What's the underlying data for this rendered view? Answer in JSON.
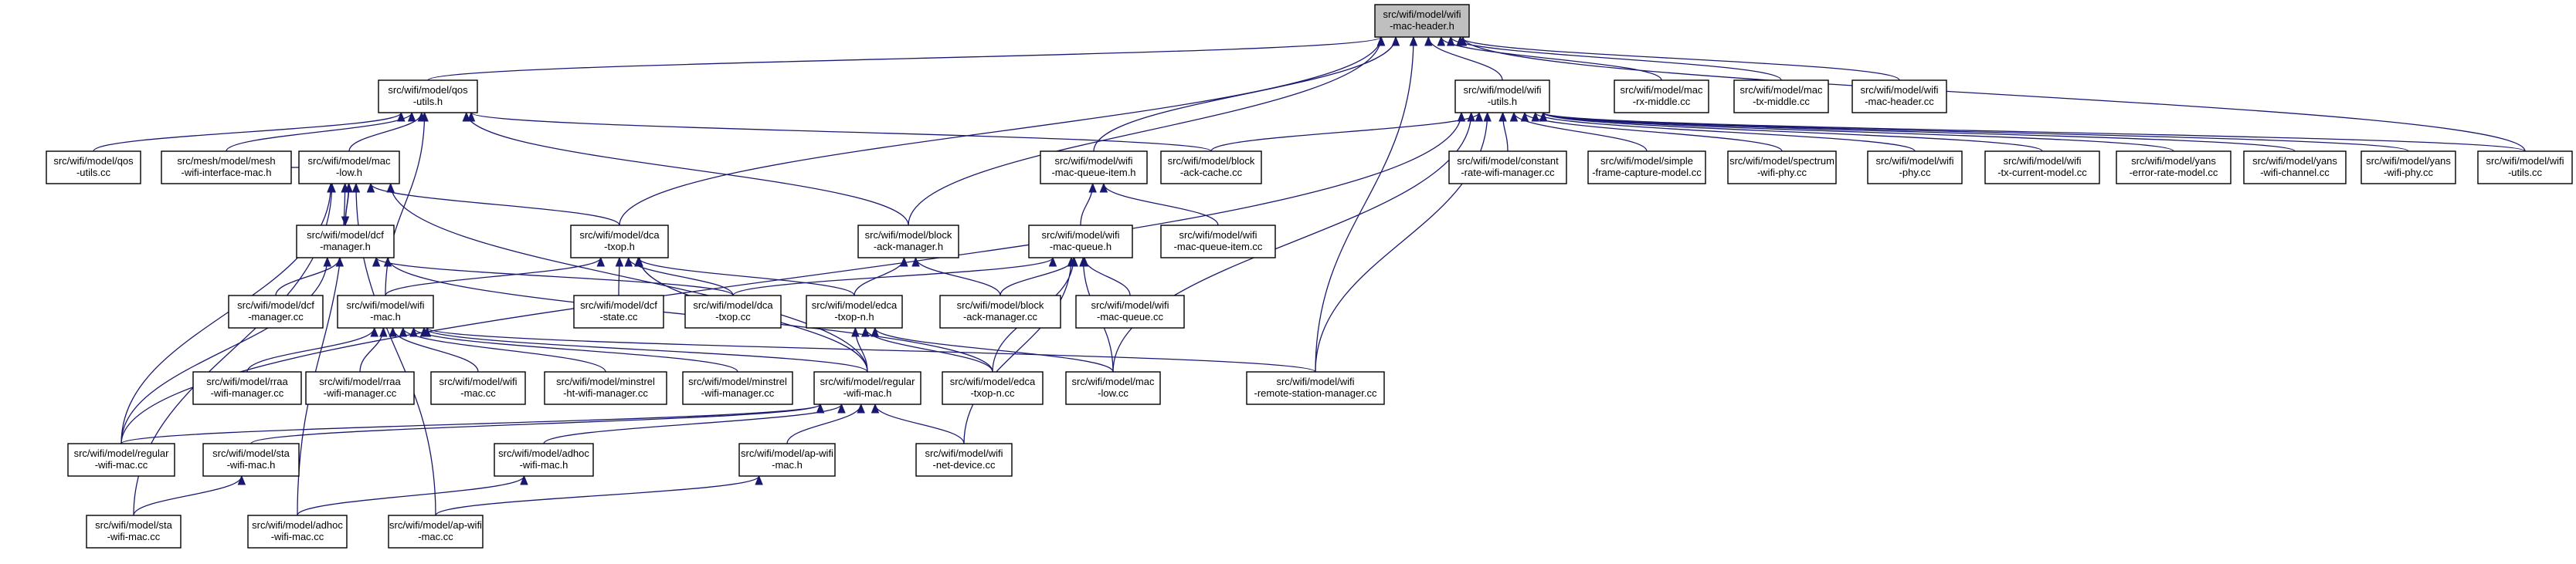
{
  "nodes": [
    {
      "id": "wifi-mac-header-h",
      "lines": [
        "src/wifi/model/wifi",
        "-mac-header.h"
      ],
      "root": true
    },
    {
      "id": "qos-utils-h",
      "lines": [
        "src/wifi/model/qos",
        "-utils.h"
      ]
    },
    {
      "id": "wifi-utils-h",
      "lines": [
        "src/wifi/model/wifi",
        "-utils.h"
      ]
    },
    {
      "id": "mac-rx-middle-cc",
      "lines": [
        "src/wifi/model/mac",
        "-rx-middle.cc"
      ]
    },
    {
      "id": "mac-tx-middle-cc",
      "lines": [
        "src/wifi/model/mac",
        "-tx-middle.cc"
      ]
    },
    {
      "id": "wifi-mac-header-cc",
      "lines": [
        "src/wifi/model/wifi",
        "-mac-header.cc"
      ]
    },
    {
      "id": "qos-utils-cc",
      "lines": [
        "src/wifi/model/qos",
        "-utils.cc"
      ]
    },
    {
      "id": "mesh-wifi-interface-mac-h",
      "lines": [
        "src/mesh/model/mesh",
        "-wifi-interface-mac.h"
      ]
    },
    {
      "id": "mac-low-h",
      "lines": [
        "src/wifi/model/mac",
        "-low.h"
      ]
    },
    {
      "id": "wifi-mac-queue-item-h",
      "lines": [
        "src/wifi/model/wifi",
        "-mac-queue-item.h"
      ]
    },
    {
      "id": "block-ack-cache-cc",
      "lines": [
        "src/wifi/model/block",
        "-ack-cache.cc"
      ]
    },
    {
      "id": "constant-rate-wifi-manager-cc",
      "lines": [
        "src/wifi/model/constant",
        "-rate-wifi-manager.cc"
      ]
    },
    {
      "id": "simple-frame-capture-model-cc",
      "lines": [
        "src/wifi/model/simple",
        "-frame-capture-model.cc"
      ]
    },
    {
      "id": "spectrum-wifi-phy-cc",
      "lines": [
        "src/wifi/model/spectrum",
        "-wifi-phy.cc"
      ]
    },
    {
      "id": "wifi-phy-cc",
      "lines": [
        "src/wifi/model/wifi",
        "-phy.cc"
      ]
    },
    {
      "id": "wifi-tx-current-model-cc",
      "lines": [
        "src/wifi/model/wifi",
        "-tx-current-model.cc"
      ]
    },
    {
      "id": "yans-error-rate-model-cc",
      "lines": [
        "src/wifi/model/yans",
        "-error-rate-model.cc"
      ]
    },
    {
      "id": "yans-wifi-channel-cc",
      "lines": [
        "src/wifi/model/yans",
        "-wifi-channel.cc"
      ]
    },
    {
      "id": "yans-wifi-phy-cc",
      "lines": [
        "src/wifi/model/yans",
        "-wifi-phy.cc"
      ]
    },
    {
      "id": "wifi-utils-cc",
      "lines": [
        "src/wifi/model/wifi",
        "-utils.cc"
      ]
    },
    {
      "id": "dcf-manager-h",
      "lines": [
        "src/wifi/model/dcf",
        "-manager.h"
      ]
    },
    {
      "id": "dca-txop-h",
      "lines": [
        "src/wifi/model/dca",
        "-txop.h"
      ]
    },
    {
      "id": "block-ack-manager-h",
      "lines": [
        "src/wifi/model/block",
        "-ack-manager.h"
      ]
    },
    {
      "id": "wifi-mac-queue-h",
      "lines": [
        "src/wifi/model/wifi",
        "-mac-queue.h"
      ]
    },
    {
      "id": "wifi-mac-queue-item-cc",
      "lines": [
        "src/wifi/model/wifi",
        "-mac-queue-item.cc"
      ]
    },
    {
      "id": "dcf-manager-cc",
      "lines": [
        "src/wifi/model/dcf",
        "-manager.cc"
      ]
    },
    {
      "id": "wifi-mac-h",
      "lines": [
        "src/wifi/model/wifi",
        "-mac.h"
      ]
    },
    {
      "id": "dcf-state-cc",
      "lines": [
        "src/wifi/model/dcf",
        "-state.cc"
      ]
    },
    {
      "id": "dca-txop-cc",
      "lines": [
        "src/wifi/model/dca",
        "-txop.cc"
      ]
    },
    {
      "id": "edca-txop-n-h",
      "lines": [
        "src/wifi/model/edca",
        "-txop-n.h"
      ]
    },
    {
      "id": "block-ack-manager-cc",
      "lines": [
        "src/wifi/model/block",
        "-ack-manager.cc"
      ]
    },
    {
      "id": "wifi-mac-queue-cc",
      "lines": [
        "src/wifi/model/wifi",
        "-mac-queue.cc"
      ]
    },
    {
      "id": "aarf-wifi-manager-cc",
      "lines": [
        "src/wifi/model/rraa",
        "-wifi-manager.cc"
      ]
    },
    {
      "id": "rraa-wifi-manager-cc",
      "lines": [
        "src/wifi/model/rraa",
        "-wifi-manager.cc"
      ]
    },
    {
      "id": "wifi-mac-cc",
      "lines": [
        "src/wifi/model/wifi",
        "-mac.cc"
      ]
    },
    {
      "id": "minstrel-ht-wifi-manager-cc",
      "lines": [
        "src/wifi/model/minstrel",
        "-ht-wifi-manager.cc"
      ]
    },
    {
      "id": "minstrel-wifi-manager-cc",
      "lines": [
        "src/wifi/model/minstrel",
        "-wifi-manager.cc"
      ]
    },
    {
      "id": "regular-wifi-mac-h",
      "lines": [
        "src/wifi/model/regular",
        "-wifi-mac.h"
      ]
    },
    {
      "id": "edca-txop-n-cc",
      "lines": [
        "src/wifi/model/edca",
        "-txop-n.cc"
      ]
    },
    {
      "id": "mac-low-cc",
      "lines": [
        "src/wifi/model/mac",
        "-low.cc"
      ]
    },
    {
      "id": "wifi-remote-station-manager-cc",
      "lines": [
        "src/wifi/model/wifi",
        "-remote-station-manager.cc"
      ]
    },
    {
      "id": "regular-wifi-mac-cc",
      "lines": [
        "src/wifi/model/regular",
        "-wifi-mac.cc"
      ]
    },
    {
      "id": "sta-wifi-mac-h",
      "lines": [
        "src/wifi/model/sta",
        "-wifi-mac.h"
      ]
    },
    {
      "id": "adhoc-wifi-mac-h",
      "lines": [
        "src/wifi/model/adhoc",
        "-wifi-mac.h"
      ]
    },
    {
      "id": "ap-wifi-mac-h",
      "lines": [
        "src/wifi/model/ap-wifi",
        "-mac.h"
      ]
    },
    {
      "id": "wifi-net-device-cc",
      "lines": [
        "src/wifi/model/wifi",
        "-net-device.cc"
      ]
    },
    {
      "id": "sta-wifi-mac-cc",
      "lines": [
        "src/wifi/model/sta",
        "-wifi-mac.cc"
      ]
    },
    {
      "id": "adhoc-wifi-mac-cc",
      "lines": [
        "src/wifi/model/adhoc",
        "-wifi-mac.cc"
      ]
    },
    {
      "id": "ap-wifi-mac-cc",
      "lines": [
        "src/wifi/model/ap-wifi",
        "-mac.cc"
      ]
    }
  ],
  "edges": [
    [
      "qos-utils-h",
      "wifi-mac-header-h"
    ],
    [
      "wifi-utils-h",
      "wifi-mac-header-h"
    ],
    [
      "mac-rx-middle-cc",
      "wifi-mac-header-h"
    ],
    [
      "mac-tx-middle-cc",
      "wifi-mac-header-h"
    ],
    [
      "wifi-mac-header-cc",
      "wifi-mac-header-h"
    ],
    [
      "wifi-utils-cc",
      "wifi-mac-header-h"
    ],
    [
      "wifi-mac-queue-item-h",
      "wifi-mac-header-h"
    ],
    [
      "block-ack-manager-h",
      "wifi-mac-header-h"
    ],
    [
      "dca-txop-h",
      "wifi-mac-header-h"
    ],
    [
      "wifi-remote-station-manager-cc",
      "wifi-mac-header-h"
    ],
    [
      "qos-utils-cc",
      "qos-utils-h"
    ],
    [
      "mesh-wifi-interface-mac-h",
      "qos-utils-h"
    ],
    [
      "mac-low-h",
      "qos-utils-h"
    ],
    [
      "wifi-mac-h",
      "qos-utils-h"
    ],
    [
      "block-ack-manager-h",
      "qos-utils-h"
    ],
    [
      "block-ack-cache-cc",
      "qos-utils-h"
    ],
    [
      "block-ack-cache-cc",
      "wifi-utils-h"
    ],
    [
      "constant-rate-wifi-manager-cc",
      "wifi-utils-h"
    ],
    [
      "simple-frame-capture-model-cc",
      "wifi-utils-h"
    ],
    [
      "spectrum-wifi-phy-cc",
      "wifi-utils-h"
    ],
    [
      "wifi-phy-cc",
      "wifi-utils-h"
    ],
    [
      "wifi-tx-current-model-cc",
      "wifi-utils-h"
    ],
    [
      "yans-error-rate-model-cc",
      "wifi-utils-h"
    ],
    [
      "yans-wifi-channel-cc",
      "wifi-utils-h"
    ],
    [
      "yans-wifi-phy-cc",
      "wifi-utils-h"
    ],
    [
      "wifi-utils-cc",
      "wifi-utils-h"
    ],
    [
      "mac-low-cc",
      "wifi-utils-h"
    ],
    [
      "wifi-remote-station-manager-cc",
      "wifi-utils-h"
    ],
    [
      "regular-wifi-mac-cc",
      "wifi-utils-h"
    ],
    [
      "mesh-wifi-interface-mac-h",
      "mac-low-h"
    ],
    [
      "dcf-manager-h",
      "mac-low-h"
    ],
    [
      "dca-txop-h",
      "mac-low-h"
    ],
    [
      "regular-wifi-mac-h",
      "mac-low-h"
    ],
    [
      "regular-wifi-mac-cc",
      "mac-low-h"
    ],
    [
      "sta-wifi-mac-cc",
      "mac-low-h"
    ],
    [
      "adhoc-wifi-mac-cc",
      "mac-low-h"
    ],
    [
      "ap-wifi-mac-cc",
      "mac-low-h"
    ],
    [
      "mac-low-h",
      "dcf-manager-h"
    ],
    [
      "dcf-manager-cc",
      "dcf-manager-h"
    ],
    [
      "dca-txop-cc",
      "dcf-manager-h"
    ],
    [
      "edca-txop-n-cc",
      "dcf-manager-h"
    ],
    [
      "regular-wifi-mac-cc",
      "dcf-manager-h"
    ],
    [
      "wifi-mac-h",
      "dca-txop-h"
    ],
    [
      "dcf-state-cc",
      "dca-txop-h"
    ],
    [
      "dca-txop-cc",
      "dca-txop-h"
    ],
    [
      "edca-txop-n-h",
      "dca-txop-h"
    ],
    [
      "regular-wifi-mac-h",
      "dca-txop-h"
    ],
    [
      "edca-txop-n-h",
      "block-ack-manager-h"
    ],
    [
      "block-ack-manager-cc",
      "block-ack-manager-h"
    ],
    [
      "wifi-mac-queue-h",
      "wifi-mac-queue-item-h"
    ],
    [
      "wifi-mac-queue-item-cc",
      "wifi-mac-queue-item-h"
    ],
    [
      "dca-txop-cc",
      "wifi-mac-queue-h"
    ],
    [
      "block-ack-manager-cc",
      "wifi-mac-queue-h"
    ],
    [
      "edca-txop-n-cc",
      "wifi-mac-queue-h"
    ],
    [
      "mac-low-cc",
      "wifi-mac-queue-h"
    ],
    [
      "wifi-mac-queue-cc",
      "wifi-mac-queue-h"
    ],
    [
      "wifi-net-device-cc",
      "wifi-mac-queue-h"
    ],
    [
      "aarf-wifi-manager-cc",
      "wifi-mac-h"
    ],
    [
      "rraa-wifi-manager-cc",
      "wifi-mac-h"
    ],
    [
      "wifi-mac-cc",
      "wifi-mac-h"
    ],
    [
      "minstrel-ht-wifi-manager-cc",
      "wifi-mac-h"
    ],
    [
      "minstrel-wifi-manager-cc",
      "wifi-mac-h"
    ],
    [
      "regular-wifi-mac-h",
      "wifi-mac-h"
    ],
    [
      "wifi-remote-station-manager-cc",
      "wifi-mac-h"
    ],
    [
      "regular-wifi-mac-h",
      "edca-txop-n-h"
    ],
    [
      "edca-txop-n-cc",
      "edca-txop-n-h"
    ],
    [
      "mac-low-cc",
      "edca-txop-n-h"
    ],
    [
      "regular-wifi-mac-cc",
      "regular-wifi-mac-h"
    ],
    [
      "sta-wifi-mac-h",
      "regular-wifi-mac-h"
    ],
    [
      "adhoc-wifi-mac-h",
      "regular-wifi-mac-h"
    ],
    [
      "ap-wifi-mac-h",
      "regular-wifi-mac-h"
    ],
    [
      "wifi-net-device-cc",
      "regular-wifi-mac-h"
    ],
    [
      "sta-wifi-mac-cc",
      "sta-wifi-mac-h"
    ],
    [
      "adhoc-wifi-mac-cc",
      "adhoc-wifi-mac-h"
    ],
    [
      "ap-wifi-mac-cc",
      "ap-wifi-mac-h"
    ]
  ]
}
